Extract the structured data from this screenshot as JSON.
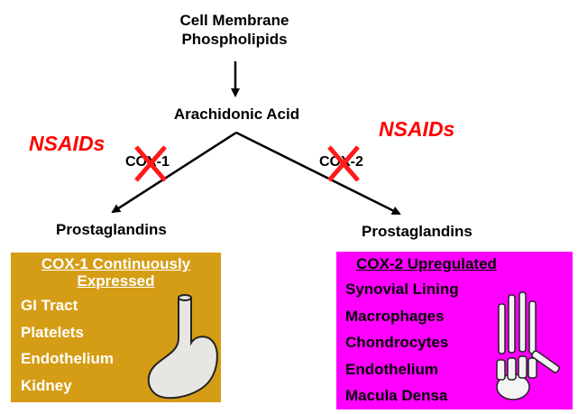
{
  "top_label": {
    "line1": "Cell Membrane",
    "line2": "Phospholipids"
  },
  "middle_label": "Arachidonic Acid",
  "left_branch": {
    "nsaid_label": "NSAIDs",
    "enzyme": "COX-1",
    "product": "Prostaglandins"
  },
  "right_branch": {
    "nsaid_label": "NSAIDs",
    "enzyme": "COX-2",
    "product": "Prostaglandins"
  },
  "cox1_box": {
    "title_line1": "COX-1 Continuously",
    "title_line2": "Expressed",
    "items": [
      "GI Tract",
      "Platelets",
      "Endothelium",
      "Kidney"
    ],
    "color": "#d59d16",
    "icon": "stomach-icon"
  },
  "cox2_box": {
    "title": "COX-2 Upregulated",
    "items": [
      "Synovial Lining",
      "Macrophages",
      "Chondrocytes",
      "Endothelium",
      "Macula Densa"
    ],
    "color": "#ff00ff",
    "icon": "hand-skeleton-icon"
  },
  "colors": {
    "nsaid_text": "#ff0000",
    "cross": "#ff0000"
  }
}
